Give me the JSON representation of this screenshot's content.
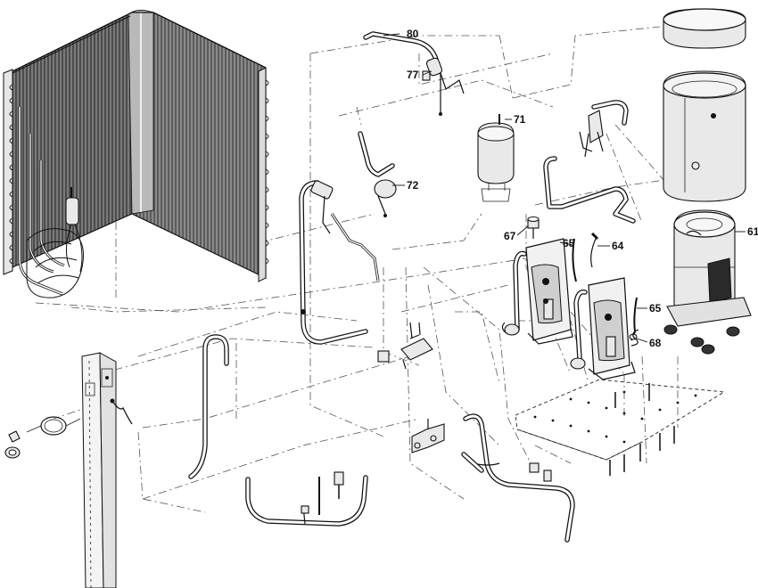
{
  "callouts": [
    {
      "id": "80",
      "label": "80"
    },
    {
      "id": "77",
      "label": "77"
    },
    {
      "id": "71",
      "label": "71"
    },
    {
      "id": "72",
      "label": "72"
    },
    {
      "id": "67",
      "label": "67"
    },
    {
      "id": "64",
      "label": "64"
    },
    {
      "id": "65a",
      "label": "65"
    },
    {
      "id": "65b",
      "label": "65"
    },
    {
      "id": "61",
      "label": "61"
    },
    {
      "id": "68",
      "label": "68"
    }
  ],
  "colors": {
    "ink": "#111111",
    "coil_fin": "#6f6f6f",
    "coil_dark": "#4a4a4a",
    "background": "#ffffff"
  }
}
